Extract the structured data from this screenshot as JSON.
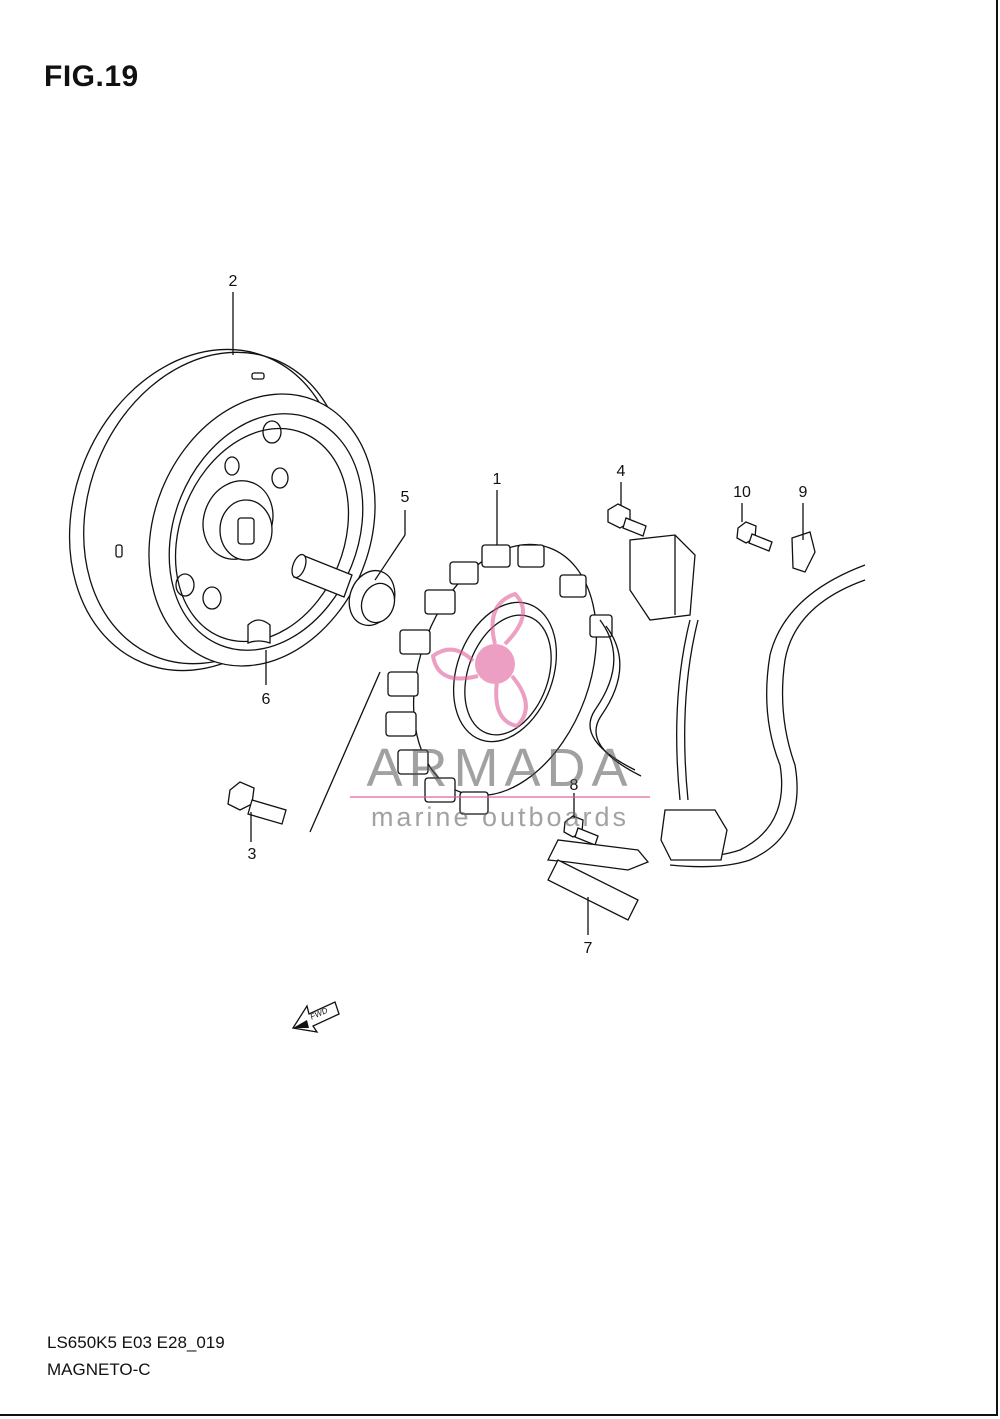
{
  "figure": {
    "title": "FIG.19"
  },
  "callouts": [
    {
      "number": "1",
      "part": "stator"
    },
    {
      "number": "2",
      "part": "rotor"
    },
    {
      "number": "3",
      "part": "bolt"
    },
    {
      "number": "4",
      "part": "bolt"
    },
    {
      "number": "5",
      "part": "bolt"
    },
    {
      "number": "6",
      "part": "key"
    },
    {
      "number": "7",
      "part": "clamp"
    },
    {
      "number": "8",
      "part": "bolt"
    },
    {
      "number": "9",
      "part": "clamp"
    },
    {
      "number": "10",
      "part": "bolt"
    }
  ],
  "direction_marker": {
    "label": "FWD"
  },
  "watermark": {
    "brand": "ARMADA",
    "tagline": "marine outboards",
    "color": "#e0609a"
  },
  "footer": {
    "model_code": "LS650K5 E03 E28_019",
    "section_name": "MAGNETO-C"
  }
}
